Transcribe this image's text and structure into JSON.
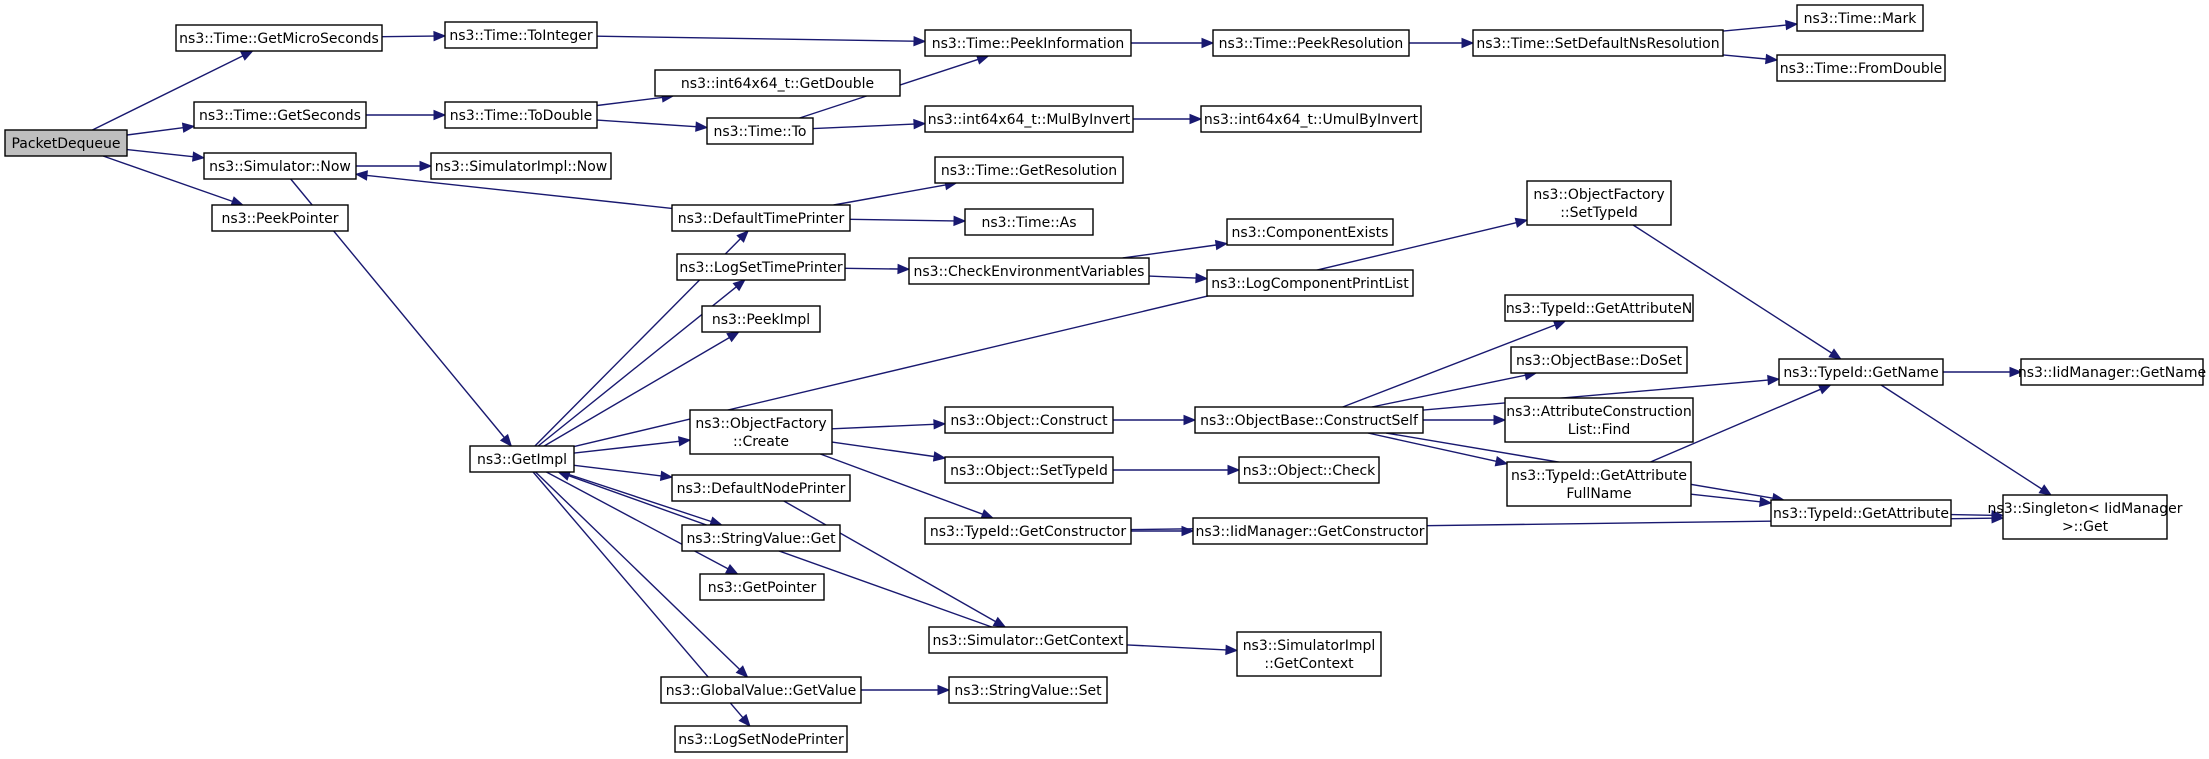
{
  "colors": {
    "edge": "#191970",
    "box_border": "#000000",
    "truncated_border": "#ff0000",
    "root_fill": "#bfbfbf",
    "node_fill": "#ffffff"
  },
  "nodes": [
    {
      "id": "packetdequeue",
      "lines": [
        "PacketDequeue"
      ],
      "root": true
    },
    {
      "id": "time-getmicroseconds",
      "lines": [
        "ns3::Time::GetMicroSeconds"
      ]
    },
    {
      "id": "time-getseconds",
      "lines": [
        "ns3::Time::GetSeconds"
      ]
    },
    {
      "id": "simulator-now",
      "lines": [
        "ns3::Simulator::Now"
      ]
    },
    {
      "id": "peekpointer",
      "lines": [
        "ns3::PeekPointer"
      ]
    },
    {
      "id": "time-tointeger",
      "lines": [
        "ns3::Time::ToInteger"
      ]
    },
    {
      "id": "time-todouble",
      "lines": [
        "ns3::Time::ToDouble"
      ]
    },
    {
      "id": "simulatorimpl-now",
      "lines": [
        "ns3::SimulatorImpl::Now"
      ]
    },
    {
      "id": "getimpl",
      "lines": [
        "ns3::GetImpl"
      ]
    },
    {
      "id": "int64-getdouble",
      "lines": [
        "ns3::int64x64_t::GetDouble"
      ]
    },
    {
      "id": "time-to",
      "lines": [
        "ns3::Time::To"
      ]
    },
    {
      "id": "time-peekinformation",
      "lines": [
        "ns3::Time::PeekInformation"
      ]
    },
    {
      "id": "int64-mulbyinvert",
      "lines": [
        "ns3::int64x64_t::MulByInvert"
      ]
    },
    {
      "id": "time-getresolution",
      "lines": [
        "ns3::Time::GetResolution"
      ]
    },
    {
      "id": "time-as",
      "lines": [
        "ns3::Time::As"
      ]
    },
    {
      "id": "defaulttimeprinter",
      "lines": [
        "ns3::DefaultTimePrinter"
      ]
    },
    {
      "id": "logsettimeprinter",
      "lines": [
        "ns3::LogSetTimePrinter"
      ]
    },
    {
      "id": "peekimpl",
      "lines": [
        "ns3::PeekImpl"
      ]
    },
    {
      "id": "objectfactory-create",
      "lines": [
        "ns3::ObjectFactory",
        "::Create"
      ]
    },
    {
      "id": "defaultnodeprinter",
      "lines": [
        "ns3::DefaultNodePrinter"
      ]
    },
    {
      "id": "stringvalue-get",
      "lines": [
        "ns3::StringValue::Get"
      ]
    },
    {
      "id": "getpointer",
      "lines": [
        "ns3::GetPointer"
      ]
    },
    {
      "id": "globalvalue-getvalue",
      "lines": [
        "ns3::GlobalValue::GetValue"
      ]
    },
    {
      "id": "logsetnodeprinter",
      "lines": [
        "ns3::LogSetNodePrinter"
      ]
    },
    {
      "id": "time-peekresolution",
      "lines": [
        "ns3::Time::PeekResolution"
      ]
    },
    {
      "id": "int64-umulbyinvert",
      "lines": [
        "ns3::int64x64_t::UmulByInvert"
      ]
    },
    {
      "id": "checkenvironmentvariables",
      "lines": [
        "ns3::CheckEnvironmentVariables"
      ]
    },
    {
      "id": "object-construct",
      "lines": [
        "ns3::Object::Construct"
      ]
    },
    {
      "id": "object-settypeid",
      "lines": [
        "ns3::Object::SetTypeId"
      ]
    },
    {
      "id": "typeid-getconstructor",
      "lines": [
        "ns3::TypeId::GetConstructor"
      ]
    },
    {
      "id": "simulator-getcontext",
      "lines": [
        "ns3::Simulator::GetContext"
      ]
    },
    {
      "id": "stringvalue-set",
      "lines": [
        "ns3::StringValue::Set"
      ]
    },
    {
      "id": "time-setdefaultnsresolution",
      "lines": [
        "ns3::Time::SetDefaultNsResolution"
      ]
    },
    {
      "id": "componentexists",
      "lines": [
        "ns3::ComponentExists"
      ],
      "truncated": true
    },
    {
      "id": "logcomponentprintlist",
      "lines": [
        "ns3::LogComponentPrintList"
      ],
      "truncated": true
    },
    {
      "id": "objectbase-constructself",
      "lines": [
        "ns3::ObjectBase::ConstructSelf"
      ],
      "truncated": true
    },
    {
      "id": "object-check",
      "lines": [
        "ns3::Object::Check"
      ],
      "truncated": true
    },
    {
      "id": "iidmanager-getconstructor",
      "lines": [
        "ns3::IidManager::GetConstructor"
      ],
      "truncated": true
    },
    {
      "id": "simulatorimpl-getcontext",
      "lines": [
        "ns3::SimulatorImpl",
        "::GetContext"
      ]
    },
    {
      "id": "time-mark",
      "lines": [
        "ns3::Time::Mark"
      ],
      "truncated": true
    },
    {
      "id": "time-fromdouble",
      "lines": [
        "ns3::Time::FromDouble"
      ],
      "truncated": true
    },
    {
      "id": "objectfactory-settypeid",
      "lines": [
        "ns3::ObjectFactory",
        "::SetTypeId"
      ]
    },
    {
      "id": "typeid-getattributen",
      "lines": [
        "ns3::TypeId::GetAttributeN"
      ]
    },
    {
      "id": "objectbase-doset",
      "lines": [
        "ns3::ObjectBase::DoSet"
      ]
    },
    {
      "id": "attributeconstructionlist-find",
      "lines": [
        "ns3::AttributeConstruction",
        "List::Find"
      ]
    },
    {
      "id": "typeid-getattributefullname",
      "lines": [
        "ns3::TypeId::GetAttribute",
        "FullName"
      ]
    },
    {
      "id": "typeid-getname",
      "lines": [
        "ns3::TypeId::GetName"
      ]
    },
    {
      "id": "typeid-getattribute",
      "lines": [
        "ns3::TypeId::GetAttribute"
      ],
      "truncated": true
    },
    {
      "id": "iidmanager-getname",
      "lines": [
        "ns3::IidManager::GetName"
      ],
      "truncated": true
    },
    {
      "id": "singleton-get",
      "lines": [
        "ns3::Singleton< IidManager",
        " >::Get"
      ]
    }
  ],
  "edges": [
    [
      "packetdequeue",
      "time-getmicroseconds"
    ],
    [
      "packetdequeue",
      "time-getseconds"
    ],
    [
      "packetdequeue",
      "simulator-now"
    ],
    [
      "packetdequeue",
      "peekpointer"
    ],
    [
      "time-getmicroseconds",
      "time-tointeger"
    ],
    [
      "time-getseconds",
      "time-todouble"
    ],
    [
      "time-tointeger",
      "time-peekinformation"
    ],
    [
      "time-todouble",
      "int64-getdouble"
    ],
    [
      "time-todouble",
      "time-to"
    ],
    [
      "time-to",
      "time-peekinformation"
    ],
    [
      "time-to",
      "int64-mulbyinvert"
    ],
    [
      "time-peekinformation",
      "time-peekresolution"
    ],
    [
      "time-peekresolution",
      "time-setdefaultnsresolution"
    ],
    [
      "time-setdefaultnsresolution",
      "time-mark"
    ],
    [
      "time-setdefaultnsresolution",
      "time-fromdouble"
    ],
    [
      "int64-mulbyinvert",
      "int64-umulbyinvert"
    ],
    [
      "simulator-now",
      "simulatorimpl-now"
    ],
    [
      "simulator-now",
      "getimpl"
    ],
    [
      "defaulttimeprinter",
      "simulator-now"
    ],
    [
      "defaulttimeprinter",
      "time-getresolution"
    ],
    [
      "defaulttimeprinter",
      "time-as"
    ],
    [
      "logsettimeprinter",
      "checkenvironmentvariables"
    ],
    [
      "checkenvironmentvariables",
      "componentexists"
    ],
    [
      "checkenvironmentvariables",
      "logcomponentprintlist"
    ],
    [
      "getimpl",
      "defaulttimeprinter"
    ],
    [
      "getimpl",
      "logsettimeprinter"
    ],
    [
      "getimpl",
      "peekimpl"
    ],
    [
      "getimpl",
      "objectfactory-settypeid"
    ],
    [
      "getimpl",
      "objectfactory-create"
    ],
    [
      "getimpl",
      "defaultnodeprinter"
    ],
    [
      "getimpl",
      "stringvalue-get"
    ],
    [
      "getimpl",
      "getpointer"
    ],
    [
      "getimpl",
      "globalvalue-getvalue"
    ],
    [
      "getimpl",
      "logsetnodeprinter"
    ],
    [
      "simulator-getcontext",
      "getimpl"
    ],
    [
      "objectfactory-create",
      "object-construct"
    ],
    [
      "objectfactory-create",
      "object-settypeid"
    ],
    [
      "objectfactory-create",
      "typeid-getconstructor"
    ],
    [
      "object-construct",
      "objectbase-constructself"
    ],
    [
      "object-settypeid",
      "object-check"
    ],
    [
      "typeid-getconstructor",
      "iidmanager-getconstructor"
    ],
    [
      "typeid-getconstructor",
      "singleton-get"
    ],
    [
      "defaultnodeprinter",
      "simulator-getcontext"
    ],
    [
      "simulator-getcontext",
      "simulatorimpl-getcontext"
    ],
    [
      "globalvalue-getvalue",
      "stringvalue-set"
    ],
    [
      "objectfactory-settypeid",
      "typeid-getname"
    ],
    [
      "objectbase-constructself",
      "typeid-getname"
    ],
    [
      "objectbase-constructself",
      "typeid-getattributen"
    ],
    [
      "objectbase-constructself",
      "objectbase-doset"
    ],
    [
      "objectbase-constructself",
      "attributeconstructionlist-find"
    ],
    [
      "objectbase-constructself",
      "typeid-getattributefullname"
    ],
    [
      "objectbase-constructself",
      "typeid-getattribute"
    ],
    [
      "typeid-getattributefullname",
      "typeid-getname"
    ],
    [
      "typeid-getattributefullname",
      "typeid-getattribute"
    ],
    [
      "typeid-getname",
      "iidmanager-getname"
    ],
    [
      "typeid-getname",
      "singleton-get"
    ],
    [
      "typeid-getattribute",
      "singleton-get"
    ]
  ]
}
